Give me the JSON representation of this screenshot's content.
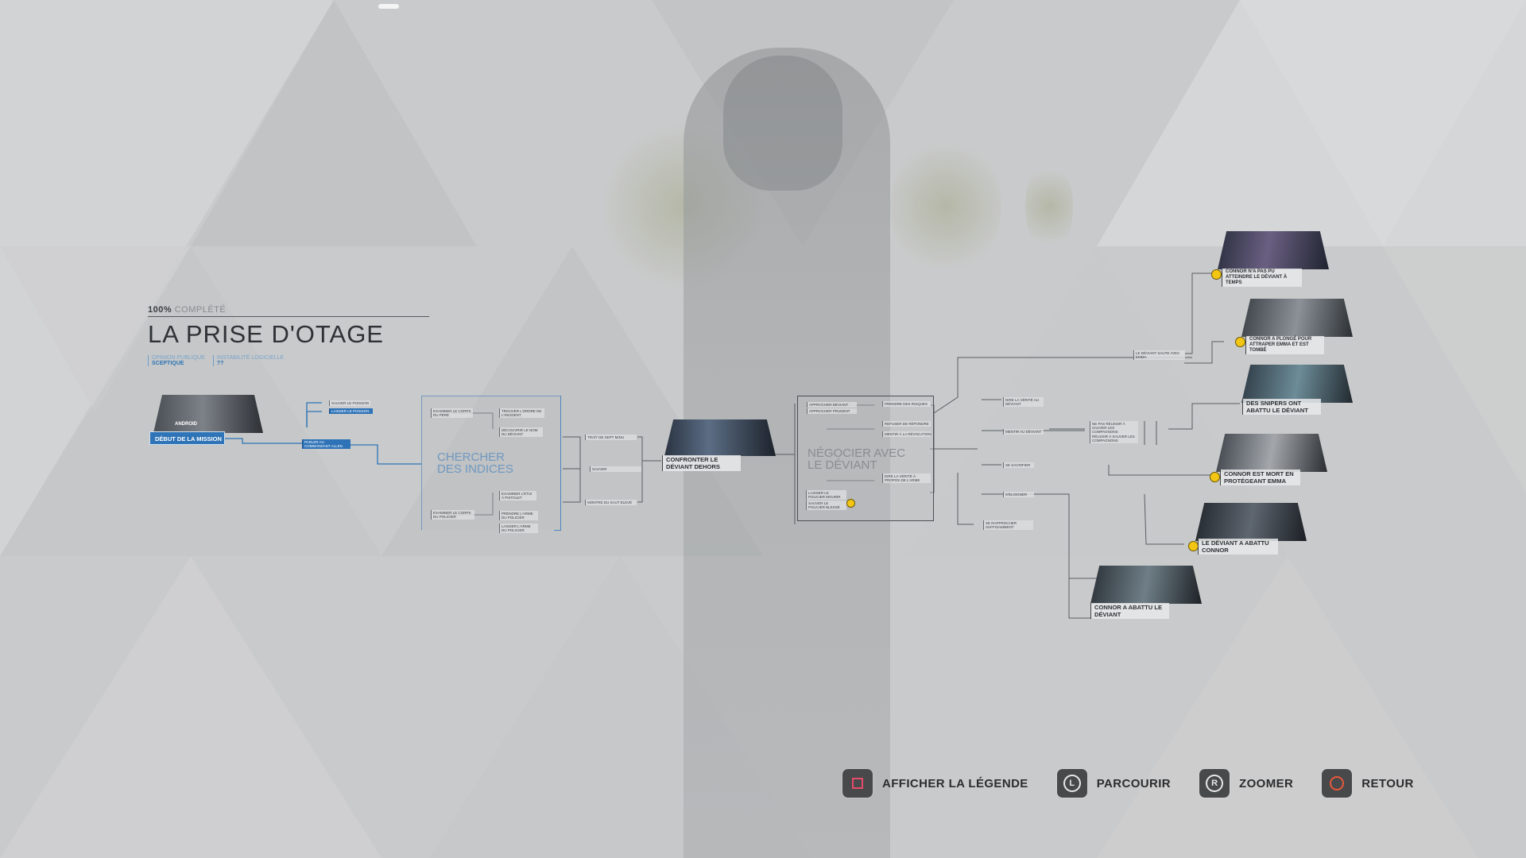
{
  "header": {
    "percent": "100%",
    "percent_label": "COMPLÉTÉ",
    "title": "LA PRISE D'OTAGE",
    "stats": [
      {
        "key": "OPINION PUBLIQUE",
        "value": "SCEPTIQUE"
      },
      {
        "key": "INSTABILITÉ LOGICIELLE",
        "value": "??"
      }
    ]
  },
  "flowchart": {
    "start_label": "DÉBUT DE LA MISSION",
    "start_badge": "ANDROID",
    "section1": "CHERCHER DES INDICES",
    "section2": "CONFRONTER LE DÉVIANT DEHORS",
    "section3": "NÉGOCIER AVEC LE DÉVIANT",
    "small_nodes": [
      "SAUVER LE POISSON",
      "LAISSER LE POISSON",
      "PARLER AU COMMANDANT ALLEN",
      "EXAMINER LE CORPS DU PÈRE",
      "TROUVER L'ORDRE DE L'INCIDENT",
      "DÉCOUVRIR LE NOM DU DÉVIANT",
      "EXAMINER L'ÉTUI À PISTOLET",
      "EXAMINER LE CORPS DU POLICIER",
      "PRENDRE L'ARME DU POLICIER",
      "LAISSER L'ARME DU POLICIER",
      "TRAÎT DE SEPT MINU",
      "SAUVER",
      "MONTRE DU SAUT ÉLEVÉ",
      "APPROCHER DÉVIANT",
      "APPROCHER PRUDENT",
      "PRENDRE DES RISQUES",
      "REFUSER DE RÉPONDRE",
      "MENTIR À LA RÉVOCATION",
      "DIRE LA VÉRITÉ À PROPOS DE L'ARME",
      "LAISSER LE POLICIER MOURIR",
      "SAUVER LE POLICIER BLESSÉ",
      "DIRE LA VÉRITÉ AU DÉVIANT",
      "MENTIR AU DÉVIANT",
      "SE SACRIFIER",
      "S'ÉLOIGNER",
      "SE RAPPROCHER SUFFISAMMENT",
      "NE PAS RÉUSSIR À SAUVER LES COMPAGNONS",
      "RÉUSSIR À SAUVER LES COMPAGNONS",
      "LE DÉVIANT SAUTE AVEC EMMA"
    ]
  },
  "endings": [
    {
      "label": "CONNOR N'A PAS PU ATTEINDRE LE DÉVIANT À TEMPS",
      "icon": "yellow-lock-icon"
    },
    {
      "label": "CONNOR A PLONGÉ POUR ATTRAPER EMMA ET EST TOMBÉ",
      "icon": "yellow-lock-icon"
    },
    {
      "label": "DES SNIPERS ONT ABATTU LE DÉVIANT",
      "icon": ""
    },
    {
      "label": "CONNOR EST MORT EN PROTÉGEANT EMMA",
      "icon": "yellow-lock-icon"
    },
    {
      "label": "LE DÉVIANT A ABATTU CONNOR",
      "icon": "yellow-lock-icon"
    },
    {
      "label": "CONNOR A ABATTU LE DÉVIANT",
      "icon": ""
    }
  ],
  "controls": [
    {
      "label": "AFFICHER LA LÉGENDE",
      "glyph": "square"
    },
    {
      "label": "PARCOURIR",
      "glyph": "L"
    },
    {
      "label": "ZOOMER",
      "glyph": "R"
    },
    {
      "label": "RETOUR",
      "glyph": "circle"
    }
  ],
  "colors": {
    "accent_blue": "#2f74b7",
    "unlock_yellow": "#f3c515",
    "square_pink": "#e64b6a",
    "circle_orange": "#e5583b"
  }
}
